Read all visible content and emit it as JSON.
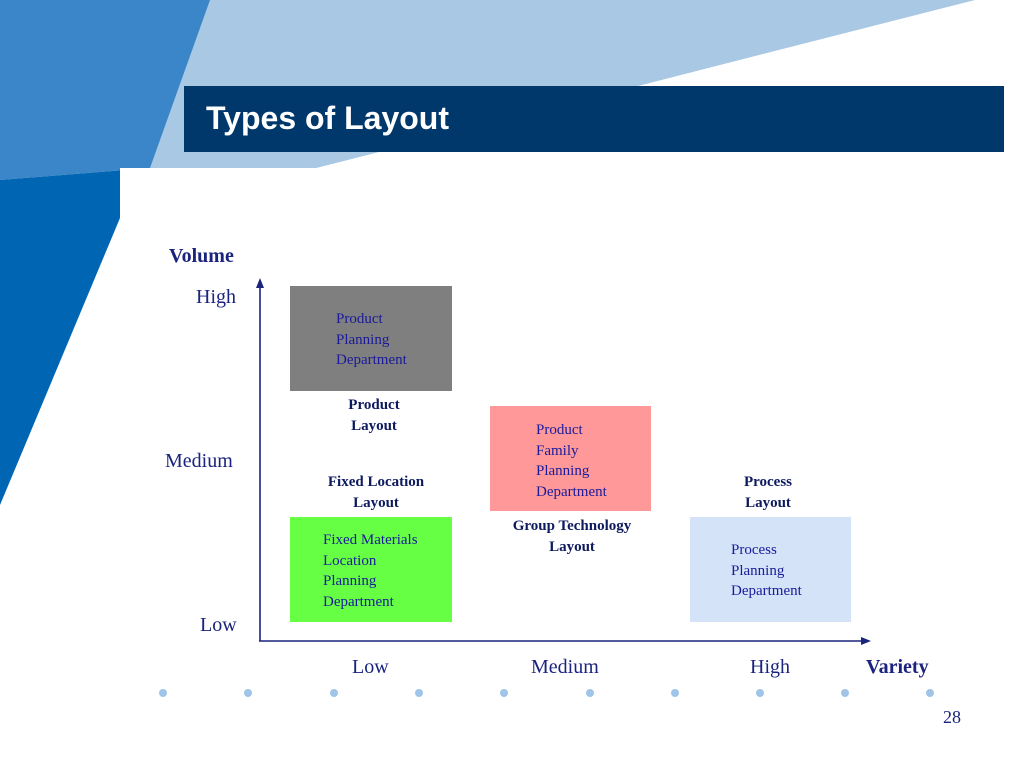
{
  "title": "Types of Layout",
  "axes": {
    "y_title": "Volume",
    "y_ticks": [
      "High",
      "Medium",
      "Low"
    ],
    "x_title": "Variety",
    "x_ticks": [
      "Low",
      "Medium",
      "High"
    ]
  },
  "boxes": [
    {
      "lines": [
        "Product",
        "Planning",
        "Department"
      ],
      "color": "#7f7f7f"
    },
    {
      "lines": [
        "Product",
        "Family",
        "Planning",
        "Department"
      ],
      "color": "#ff9999"
    },
    {
      "lines": [
        "Fixed Materials",
        "Location",
        "Planning",
        "Department"
      ],
      "color": "#66ff44"
    },
    {
      "lines": [
        "Process",
        "Planning",
        "Department"
      ],
      "color": "#d4e3f8"
    }
  ],
  "layout_labels": [
    [
      "Product",
      "Layout"
    ],
    [
      "Fixed Location",
      "Layout"
    ],
    [
      "Group Technology",
      "Layout"
    ],
    [
      "Process",
      "Layout"
    ]
  ],
  "colors": {
    "title_bar": "#00386b",
    "text": "#1a237e",
    "axis": "#1a237e",
    "dot": "#9fc4e8"
  },
  "page_number": "28"
}
